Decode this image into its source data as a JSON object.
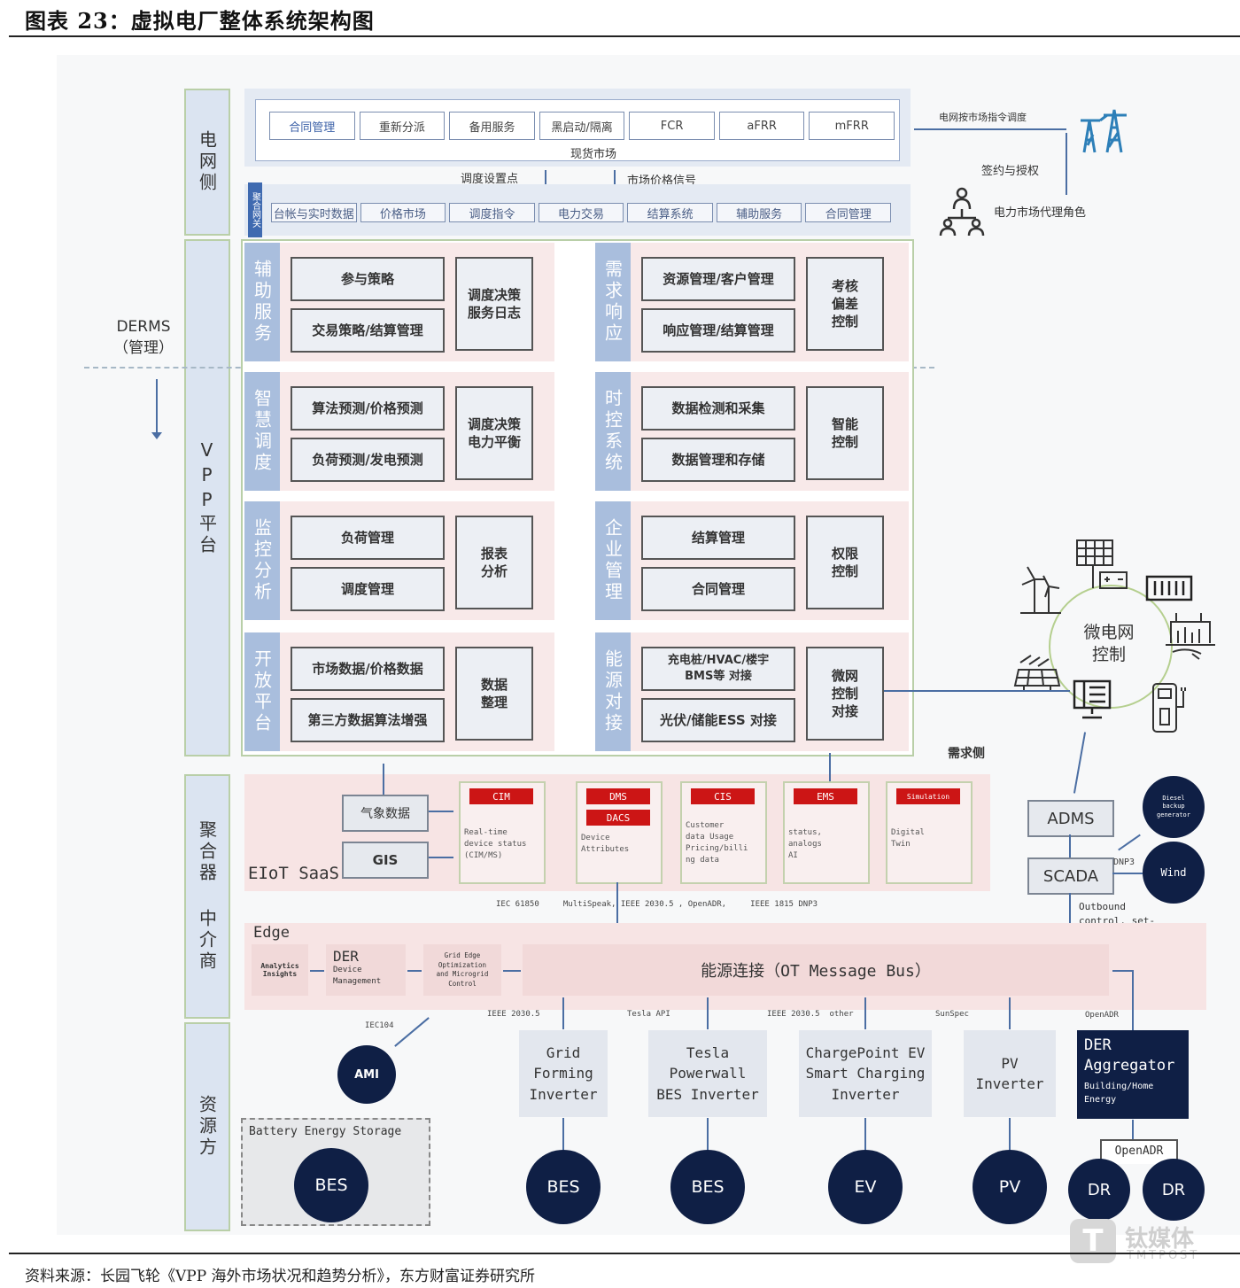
{
  "header": {
    "title": "图表 23：虚拟电厂整体系统架构图"
  },
  "footer": {
    "source": "资料来源：长园飞轮《VPP 海外市场状况和趋势分析》，东方财富证券研究所",
    "watermark_cn": "钛媒体",
    "watermark_en": "TMTPOST"
  },
  "layers": {
    "grid_side": "电网侧",
    "vpp_platform": "VPP平台",
    "aggregator": "聚合器 中介商",
    "resource": "资源方"
  },
  "derms": {
    "line1": "DERMS",
    "line2": "（管理）"
  },
  "spot_market": {
    "label": "现货市场",
    "items": [
      "合同管理",
      "重新分派",
      "备用服务",
      "黑启动/隔离",
      "FCR",
      "aFRR",
      "mFRR"
    ]
  },
  "signals": {
    "dispatch_setpoint": "调度设置点",
    "price_signal": "市场价格信号"
  },
  "gateway": {
    "tag": "聚合网关",
    "items": [
      "台帐与实时数据",
      "价格市场",
      "调度指令",
      "电力交易",
      "结算系统",
      "辅助服务",
      "合同管理"
    ]
  },
  "grid_right": {
    "dispatch": "电网按市场指令调度",
    "contract": "签约与授权",
    "agent_role": "电力市场代理角色"
  },
  "vpp_modules": [
    {
      "label": "辅助服务",
      "items": [
        "参与策略",
        "交易策略/结算管理"
      ],
      "side": "调度决策\n服务日志"
    },
    {
      "label": "需求响应",
      "items": [
        "资源管理/客户管理",
        "响应管理/结算管理"
      ],
      "side": "考核\n偏差\n控制"
    },
    {
      "label": "智慧调度",
      "items": [
        "算法预测/价格预测",
        "负荷预测/发电预测"
      ],
      "side": "调度决策\n电力平衡"
    },
    {
      "label": "时控系统",
      "items": [
        "数据检测和采集",
        "数据管理和存储"
      ],
      "side": "智能\n控制"
    },
    {
      "label": "监控分析",
      "items": [
        "负荷管理",
        "调度管理"
      ],
      "side": "报表\n分析"
    },
    {
      "label": "企业管理",
      "items": [
        "结算管理",
        "合同管理"
      ],
      "side": "权限\n控制"
    },
    {
      "label": "开放平台",
      "items": [
        "市场数据/价格数据",
        "第三方数据算法增强"
      ],
      "side": "数据\n整理"
    },
    {
      "label": "能源对接",
      "items": [
        "充电桩/HVAC/楼宇\nBMS等 对接",
        "光伏/储能ESS 对接"
      ],
      "side": "微网\n控制\n对接"
    }
  ],
  "microgrid": {
    "label": "微电网\n控制",
    "demand_side": "需求侧"
  },
  "eiot": {
    "label": "EIoT SaaS",
    "weather": "气象数据",
    "gis": "GIS",
    "cards": [
      {
        "tags": [
          "CIM"
        ],
        "text": "Real-time\ndevice status\n(CIM/MS)"
      },
      {
        "tags": [
          "DMS",
          "DACS"
        ],
        "text": "Device\nAttributes"
      },
      {
        "tags": [
          "CIS"
        ],
        "text": "Customer\ndata Usage\nPricing/billi\nng data"
      },
      {
        "tags": [
          "EMS"
        ],
        "text": "status,\nanalogs\nAI"
      },
      {
        "tags": [
          "Simulation"
        ],
        "text": "Digital\nTwin"
      }
    ],
    "protocols": "IEC 61850     MultiSpeak, IEEE 2030.5 , OpenADR,     IEEE 1815 DNP3"
  },
  "scada": {
    "adms": "ADMS",
    "scada": "SCADA",
    "dnp3": "DNP3",
    "diesel": "Diesel backup generator",
    "wind": "Wind",
    "outbound": "Outbound\ncontrol, set-\npoints, etc."
  },
  "edge": {
    "label": "Edge",
    "analytics": "Analytics\nInsights",
    "der_title": "DER",
    "der_sub": "Device\nManagement",
    "grid_edge": "Grid Edge\nOptimization\nand Microgrid\nControl",
    "bus": "能源连接（OT Message Bus）"
  },
  "resources": {
    "iec104": "IEC104",
    "ami": "AMI",
    "bes_group": "Battery Energy Storage",
    "bes": "BES",
    "inverters": [
      {
        "proto": "IEEE 2030.5",
        "name": "Grid\nForming\nInverter",
        "device": "BES"
      },
      {
        "proto": "Tesla API",
        "name": "Tesla\nPowerwall\nBES Inverter",
        "device": "BES"
      },
      {
        "proto": "IEEE 2030.5  other",
        "name": "ChargePoint EV\nSmart Charging\nInverter",
        "device": "EV"
      },
      {
        "proto": "SunSpec",
        "name": "PV\nInverter",
        "device": "PV"
      }
    ],
    "aggregator": {
      "proto": "OpenADR",
      "title": "DER\nAggregator",
      "sub": "Building/Home\nEnergy",
      "link": "OpenADR",
      "devices": [
        "DR",
        "DR"
      ]
    }
  }
}
